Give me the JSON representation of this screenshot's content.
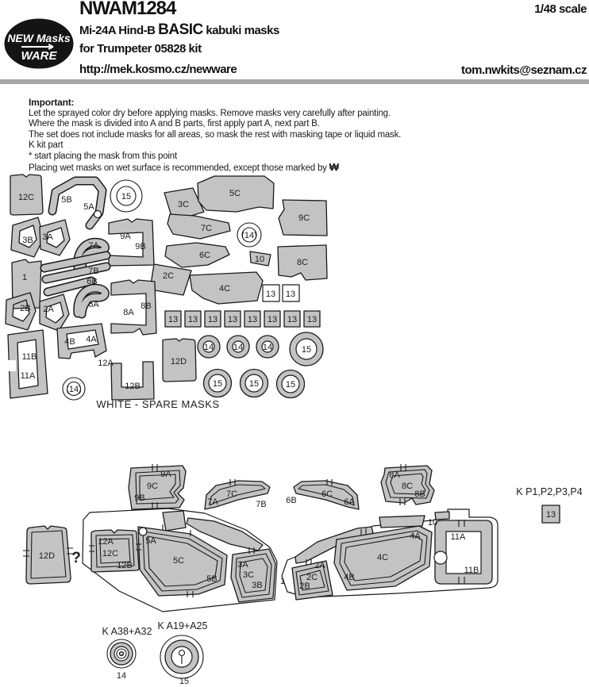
{
  "header": {
    "logo_line1": "NEW Masks",
    "logo_line2": "WARE",
    "product_code": "NWAM1284",
    "scale": "1/48 scale",
    "title_model": "Mi-24A Hind-B",
    "title_grade": "BASIC",
    "title_suffix": "kabuki masks",
    "kit_line": "for Trumpeter 05828 kit",
    "url": "http://mek.kosmo.cz/newware",
    "email": "tom.nwkits@seznam.cz"
  },
  "important": {
    "title": "Important:",
    "line1": "Let the sprayed color dry before applying masks. Remove masks very carefully after painting.",
    "line2": "Where the mask is divided into A and B parts, first apply part A, next part B.",
    "line3": "The set does not include masks for all areas, so mask the rest with masking tape or liquid mask.",
    "line4": "K kit part",
    "line5": "* start placing the mask from this point",
    "line6": "Placing wet masks on wet surface is recommended, except those marked by",
    "wet_marker": "₩"
  },
  "mask_labels": {
    "1": "1",
    "2A": "2A",
    "2B": "2B",
    "2C": "2C",
    "3A": "3A",
    "3B": "3B",
    "3C": "3C",
    "4A": "4A",
    "4B": "4B",
    "4C": "4C",
    "5A": "5A",
    "5B": "5B",
    "5C": "5C",
    "6A": "6A",
    "6B": "6B",
    "6C": "6C",
    "7A": "7A",
    "7B": "7B",
    "7C": "7C",
    "8A": "8A",
    "8B": "8B",
    "8C": "8C",
    "9A": "9A",
    "9B": "9B",
    "9C": "9C",
    "10": "10",
    "11A": "11A",
    "11B": "11B",
    "12A": "12A",
    "12B": "12B",
    "12C": "12C",
    "12D": "12D",
    "13": "13",
    "14": "14",
    "14_outlined": "(14)",
    "15": "15",
    "unknown": "?"
  },
  "sheet": {
    "caption": "WHITE - SPARE MASKS"
  },
  "placement": {
    "kit_note_doors": "K P1,P2,P3,P4",
    "kit_note_a38": "K A38+A32",
    "kit_note_a19": "K A19+A25"
  }
}
